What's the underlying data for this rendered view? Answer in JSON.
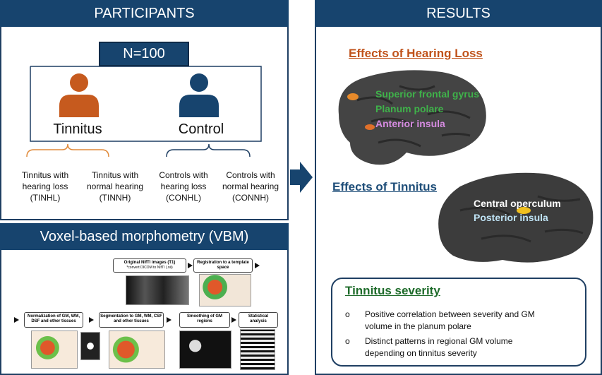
{
  "participants": {
    "header": "PARTICIPANTS",
    "total": "N=100",
    "groups": {
      "tinnitus": "Tinnitus",
      "control": "Control"
    },
    "subgroups": [
      {
        "line1": "Tinnitus with",
        "line2": "hearing loss",
        "line3": "(TINHL)"
      },
      {
        "line1": "Tinnitus with",
        "line2": "normal hearing",
        "line3": "(TINNH)"
      },
      {
        "line1": "Controls with",
        "line2": "hearing loss",
        "line3": "(CONHL)"
      },
      {
        "line1": "Controls with",
        "line2": "normal hearing",
        "line3": "(CONNH)"
      }
    ]
  },
  "vbm": {
    "header": "Voxel-based morphometry (VBM)",
    "steps": {
      "original": "Original NIfTI images (T1)",
      "original_note": "*convert DICOM to NIfTI (.nii)",
      "registration": "Registration to a template space",
      "normalization": "Normalization of GM, WM, DSF and other tissues",
      "segmentation": "Segmentation to GM, WM, CSF and other tissues",
      "smoothing": "Smoothing of GM regions",
      "statistical": "Statistical analysis"
    }
  },
  "results": {
    "header": "RESULTS",
    "hearing_loss": {
      "title": "Effects of Hearing Loss",
      "regions": [
        "Superior frontal gyrus",
        "Planum polare",
        "Anterior insula"
      ]
    },
    "tinnitus": {
      "title": "Effects of Tinnitus",
      "regions": [
        "Central operculum",
        "Posterior insula"
      ]
    },
    "severity": {
      "title": "Tinnitus severity",
      "bullets": [
        {
          "line1": "Positive correlation between severity and GM",
          "line2": "volume in the planum polare"
        },
        {
          "line1": "Distinct patterns in regional GM volume",
          "line2": "depending on tinnitus severity"
        }
      ],
      "bullet_symbol": "o"
    }
  },
  "colors": {
    "header_bg": "#17446e",
    "tinnitus": "#c65a1e",
    "control": "#17446e",
    "hearing_loss_title": "#c0521a",
    "tinnitus_title": "#1f4e79",
    "severity_title": "#1e6b2a",
    "green_label": "#3fb24a",
    "pink_label": "#d58be0",
    "lightblue_label": "#bfe3f5"
  },
  "icons": [
    "person-icon",
    "right-arrow-icon"
  ]
}
